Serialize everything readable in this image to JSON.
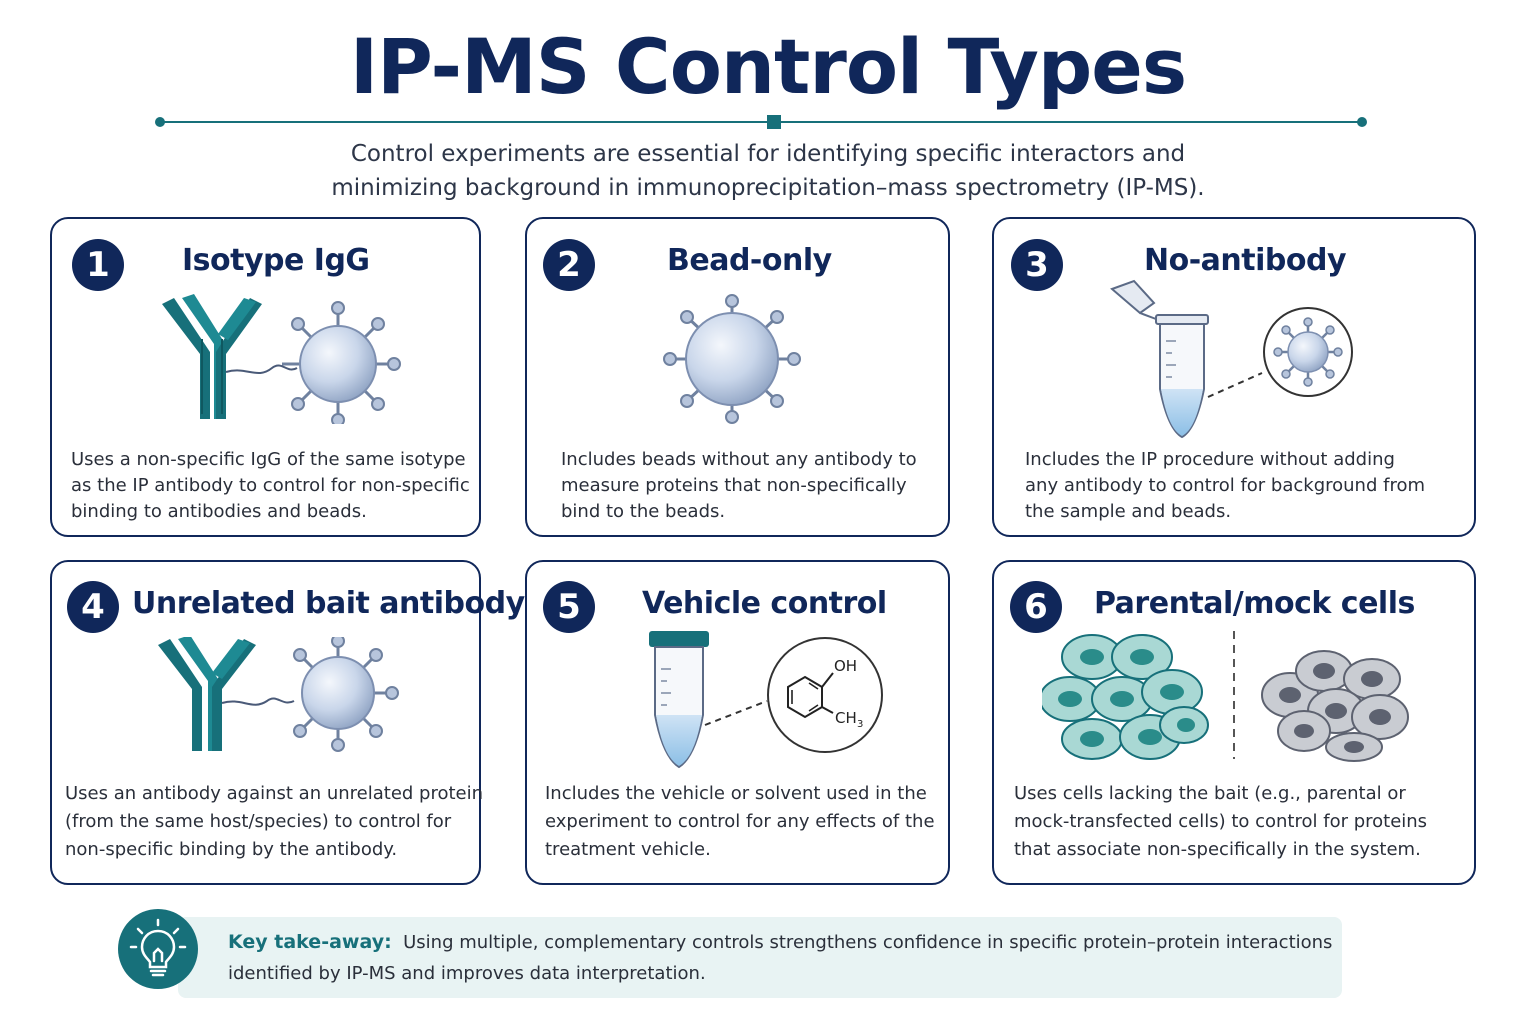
{
  "title": "IP-MS Control Types",
  "subtitle": {
    "line1": "Control experiments are essential for identifying specific interactors and",
    "line2": "minimizing background in immunoprecipitation–mass spectrometry (IP-MS)."
  },
  "colors": {
    "navy": "#10275a",
    "teal": "#17707a",
    "bead": "#c9d6ea",
    "takeaway_bg": "#e8f3f3"
  },
  "cards": [
    {
      "number": "1",
      "title": "Isotype IgG",
      "icons": [
        "antibody-icon",
        "bead-icon"
      ],
      "desc": [
        "Uses a non-specific IgG of the same isotype",
        "as the IP antibody to control for non-specific",
        "binding to antibodies and beads."
      ]
    },
    {
      "number": "2",
      "title": "Bead-only",
      "icons": [
        "bead-icon"
      ],
      "desc": [
        "Includes beads without any antibody to",
        "measure proteins that non-specifically",
        "bind to the beads."
      ]
    },
    {
      "number": "3",
      "title": "No-antibody",
      "icons": [
        "tube-icon",
        "bead-icon"
      ],
      "desc": [
        "Includes the IP procedure without adding",
        "any antibody to control for background from",
        "the sample and beads."
      ]
    },
    {
      "number": "4",
      "title": "Unrelated bait antibody",
      "icons": [
        "antibody-icon",
        "bead-icon"
      ],
      "desc": [
        "Uses an antibody against an unrelated protein",
        "(from the same host/species) to control for",
        "non-specific binding by the antibody."
      ]
    },
    {
      "number": "5",
      "title": "Vehicle control",
      "icons": [
        "tube-icon",
        "molecule-icon"
      ],
      "molecule_labels": {
        "oh": "OH",
        "ch": "CH",
        "sub": "3"
      },
      "desc": [
        "Includes the vehicle or solvent used in the",
        "experiment to control for any effects of the",
        "treatment vehicle."
      ]
    },
    {
      "number": "6",
      "title": "Parental/mock cells",
      "icons": [
        "cells-icon"
      ],
      "desc": [
        "Uses cells lacking the bait (e.g., parental or",
        "mock-transfected cells) to control for proteins",
        "that associate non-specifically in the system."
      ]
    }
  ],
  "takeaway": {
    "icon": "lightbulb-icon",
    "label": "Key take-away:",
    "line1": "Using multiple, complementary controls strengthens confidence in specific protein–protein interactions",
    "line2": "identified by IP-MS and improves data interpretation."
  }
}
